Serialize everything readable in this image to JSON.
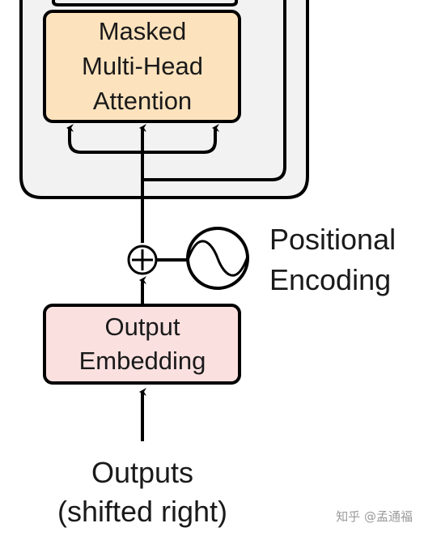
{
  "blocks": {
    "attention": {
      "lines": [
        "Masked",
        "Multi-Head",
        "Attention"
      ],
      "fill": "#fde3bd"
    },
    "embedding": {
      "lines": [
        "Output",
        "Embedding"
      ],
      "fill": "#fbe0e0"
    }
  },
  "positional_encoding": {
    "lines": [
      "Positional",
      "Encoding"
    ]
  },
  "outputs": {
    "lines": [
      "Outputs",
      "(shifted right)"
    ]
  },
  "decoder_panel_fill": "#f2f2f2",
  "watermark": "知乎 @孟通福"
}
